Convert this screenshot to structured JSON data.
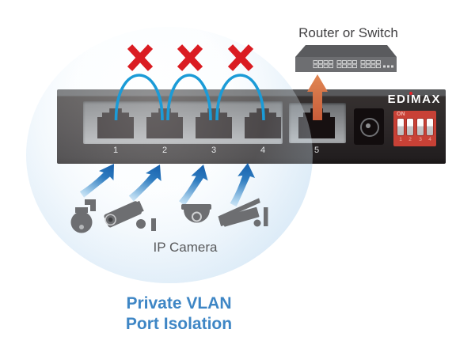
{
  "labels": {
    "router": "Router or Switch",
    "ip_camera": "IP Camera",
    "caption_line1": "Private VLAN",
    "caption_line2": "Port Isolation"
  },
  "switch": {
    "brand": "EDIMAX",
    "port_labels": [
      "1",
      "2",
      "3",
      "4",
      "5"
    ],
    "dip": {
      "on_label": "ON",
      "numbers": [
        "1",
        "2",
        "3",
        "4"
      ]
    }
  },
  "icons": {
    "blocked": "red-x-icon",
    "uplink": "orange-up-arrow-icon",
    "camera_links": "blue-up-arrow-icon",
    "cameras": [
      "ptz-dome-camera-icon",
      "bullet-camera-icon",
      "dome-camera-icon",
      "box-camera-icon"
    ],
    "devices": [
      "rack-switch-icon",
      "five-port-switch-icon"
    ]
  },
  "colors": {
    "link_blue": "#1b9bd7",
    "blocked_red": "#da1c22",
    "uplink_orange": "#d96b42",
    "camera_gray": "#6d6e71",
    "caption_blue": "#3e86c5",
    "switch_body": "#282425",
    "dip_red": "#c84136",
    "circle_blue": "#cfe3f3"
  }
}
